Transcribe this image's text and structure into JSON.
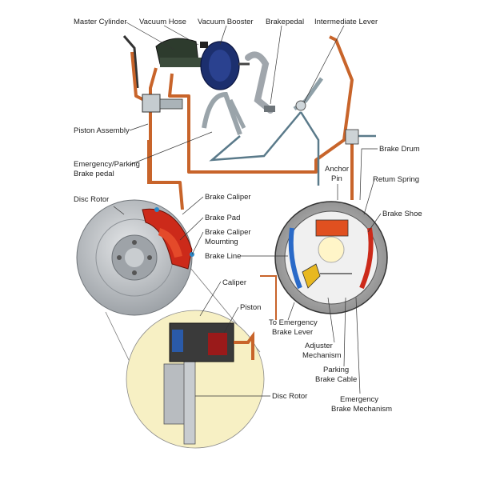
{
  "labels": {
    "master_cylinder": "Master Cylinder",
    "vacuum_hose": "Vacuum Hose",
    "vacuum_booster": "Vacuum Booster",
    "brake_pedal": "Brakepedal",
    "intermediate_lever": "Intermediate Lever",
    "piston_assembly": "Piston Assembly",
    "emergency_parking_pedal_line1": "Emergency/Parking",
    "emergency_parking_pedal_line2": "Brake pedal",
    "brake_drum": "Brake Drum",
    "anchor_pin_line1": "Anchor",
    "anchor_pin_line2": "Pin",
    "return_spring": "Retum Spring",
    "disc_rotor_top": "Disc Rotor",
    "brake_caliper": "Brake Caliper",
    "brake_pad": "Brake Pad",
    "caliper_mounting_line1": "Brake Caliper",
    "caliper_mounting_line2": "Moumting",
    "brake_shoe": "Brake Shoe",
    "brake_line": "Brake Line",
    "caliper": "Caliper",
    "piston": "Piston",
    "to_emergency_lever_line1": "To Emergency",
    "to_emergency_lever_line2": "Brake Lever",
    "adjuster_line1": "Adjuster",
    "adjuster_line2": "Mechanism",
    "parking_cable_line1": "Parking",
    "parking_cable_line2": "Brake Cable",
    "emergency_mech_line1": "Emergency",
    "emergency_mech_line2": "Brake Mechanism",
    "disc_rotor_bottom": "Disc Rotor"
  },
  "colors": {
    "brake_line": "#c8642a",
    "cable": "#5a7a8a",
    "rotor": "#b8bcc0",
    "caliper": "#cc2a1a",
    "zoom_circle": "#f7f0c4",
    "booster": "#1c2f6e"
  }
}
